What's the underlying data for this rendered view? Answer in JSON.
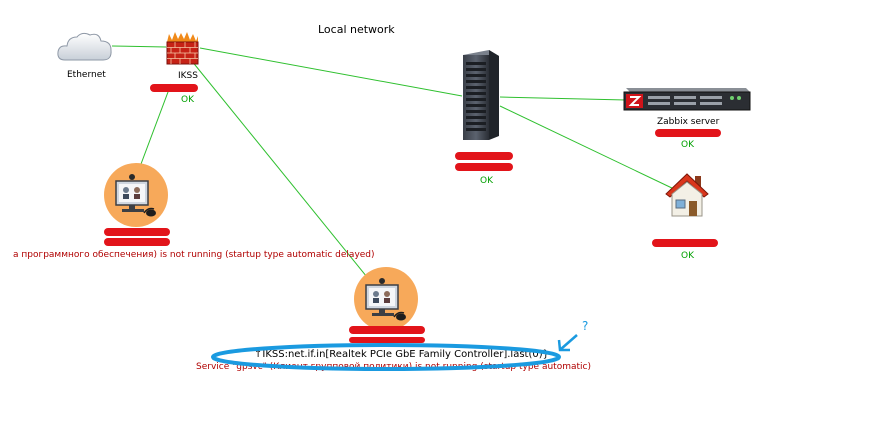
{
  "map": {
    "title": "Local network",
    "colors": {
      "link": "#2fc02f",
      "ok": "#00a000",
      "problem": "#b00000",
      "redaction": "#e2141a",
      "annotation": "#1a9ae0"
    }
  },
  "nodes": {
    "ethernet": {
      "label": "Ethernet",
      "icon": "cloud-icon"
    },
    "ikss": {
      "label": "IKSS",
      "status": "OK",
      "icon": "firewall-icon"
    },
    "server": {
      "status": "OK",
      "icon": "server-rack-icon"
    },
    "zabbix": {
      "label": "Zabbix server",
      "status": "OK",
      "icon": "zabbix-appliance-icon"
    },
    "house": {
      "status": "OK",
      "icon": "house-icon"
    },
    "workstation_left": {
      "problem": "а программного обеспечения) is not running (startup type automatic delayed)",
      "icon": "workstation-icon"
    },
    "workstation_bottom": {
      "link_label": "↑IKSS:net.if.in[Realtek PCIe GbE Family Controller].last(0)}",
      "problem": "Service \"gpsvc\" (Клиент групповой политики) is not running (startup type automatic)",
      "icon": "workstation-icon"
    }
  },
  "annotation": {
    "mark": "?",
    "arrow_icon": "arrow-down-left-icon"
  }
}
